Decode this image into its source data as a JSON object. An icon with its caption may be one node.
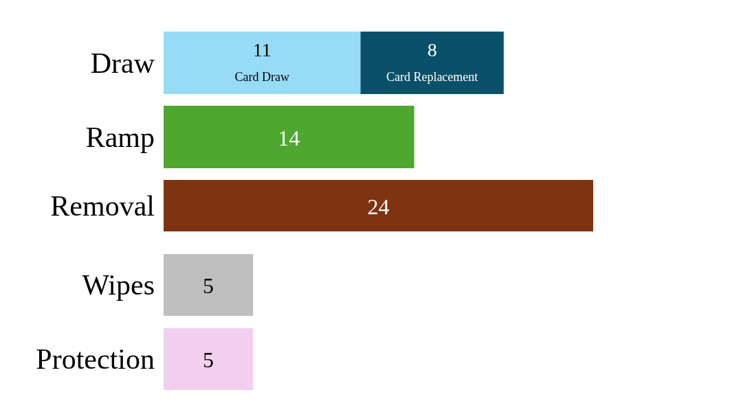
{
  "diagram": {
    "chart_data": {
      "type": "bar",
      "orientation": "horizontal",
      "stacked": true,
      "data_labels": true,
      "categories": [
        "Draw",
        "Ramp",
        "Removal",
        "Wipes",
        "Protection"
      ],
      "series": [
        {
          "name": "Card Draw",
          "color": "#97dbf7",
          "values": [
            11,
            null,
            null,
            null,
            null
          ]
        },
        {
          "name": "Card Replacement",
          "color": "#0a5069",
          "values": [
            8,
            null,
            null,
            null,
            null
          ]
        },
        {
          "color": "#4ea72e",
          "values": [
            null,
            14,
            null,
            null,
            null
          ]
        },
        {
          "color": "#7e3311",
          "values": [
            null,
            null,
            24,
            null,
            null
          ]
        },
        {
          "color": "#bfbfbf",
          "values": [
            null,
            null,
            null,
            5,
            null
          ]
        },
        {
          "color": "#f2cfee",
          "values": [
            null,
            null,
            null,
            null,
            5
          ]
        }
      ]
    }
  }
}
